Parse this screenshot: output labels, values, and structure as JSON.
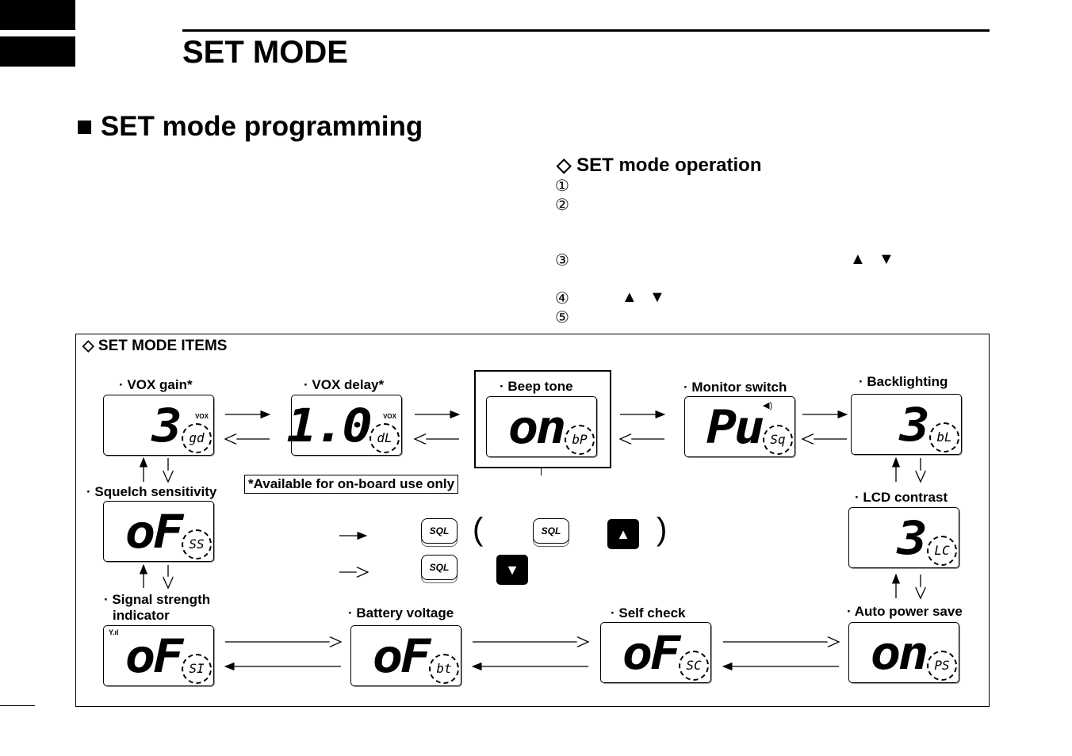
{
  "header": {
    "title": "SET MODE"
  },
  "section": {
    "title": "■ SET mode programming",
    "subtitle": "◇ SET mode operation",
    "steps": [
      "①",
      "②",
      "③",
      "④",
      "⑤"
    ],
    "up": "▲",
    "down": "▼"
  },
  "items_panel": {
    "title": "◇ SET MODE ITEMS",
    "note": "*Available for on-board use only",
    "items": [
      {
        "label": "· VOX gain*",
        "value": "3",
        "code": "gd",
        "vox": "VOX"
      },
      {
        "label": "· VOX delay*",
        "value": "1.0",
        "code": "dL",
        "vox": "VOX"
      },
      {
        "label": "· Beep tone",
        "value": "on",
        "code": "bP"
      },
      {
        "label": "· Monitor switch",
        "value": "Pu",
        "code": "Sq",
        "icon": "speaker-icon"
      },
      {
        "label": "· Backlighting",
        "value": "3",
        "code": "bL"
      },
      {
        "label": "· Squelch sensitivity",
        "value": "oF",
        "code": "SS"
      },
      {
        "label": "· LCD contrast",
        "value": "3",
        "code": "LC"
      },
      {
        "label": "· Signal strength",
        "label2": "indicator",
        "value": "oF",
        "code": "SI",
        "icon": "signal-icon"
      },
      {
        "label": "· Battery voltage",
        "value": "oF",
        "code": "bt"
      },
      {
        "label": "· Self check",
        "value": "oF",
        "code": "SC"
      },
      {
        "label": "· Auto power save",
        "value": "on",
        "code": "PS"
      }
    ],
    "keys": {
      "sql": "SQL",
      "up": "▲",
      "down": "▼",
      "open": "(",
      "close": ")"
    }
  }
}
